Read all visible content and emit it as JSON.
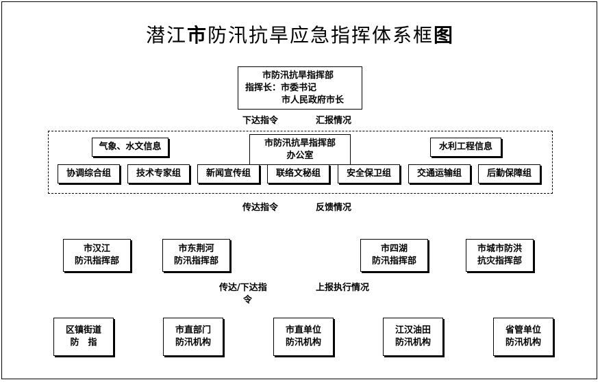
{
  "title_part1": "潜江",
  "title_part2": "市",
  "title_part3": "防汛抗旱应急指挥体系框",
  "title_part4": "图",
  "hq": {
    "line1": "市防汛抗旱指挥部",
    "line2": "指挥长：市委书记",
    "line3": "市人民政府市长"
  },
  "flow1": {
    "left": "下达指令",
    "right": "汇报情况"
  },
  "office": {
    "line1": "市防汛抗旱指挥部",
    "line2": "办公室"
  },
  "info_left": "气象、水文信息",
  "info_right": "水利工程信息",
  "groups": [
    "协调综合组",
    "技术专家组",
    "新闻宣传组",
    "联络文秘组",
    "安全保卫组",
    "交通运输组",
    "后勤保障组"
  ],
  "flow2": {
    "left": "传达指令",
    "right": "反馈情况"
  },
  "sub_hq": [
    {
      "line1": "市汉江",
      "line2": "防汛指挥部"
    },
    {
      "line1": "市东荆河",
      "line2": "防汛指挥部"
    },
    {
      "line1": "市四湖",
      "line2": "防汛指挥部"
    },
    {
      "line1": "市城市防洪",
      "line2": "抗灾指挥部"
    }
  ],
  "flow3": {
    "left_line1": "传达/下达指",
    "left_line2": "令",
    "right": "上报执行情况"
  },
  "units": [
    {
      "line1": "区镇街道",
      "line2": "防　指"
    },
    {
      "line1": "市直部门",
      "line2": "防汛机构"
    },
    {
      "line1": "市直单位",
      "line2": "防汛机构"
    },
    {
      "line1": "江汉油田",
      "line2": "防汛机构"
    },
    {
      "line1": "省管单位",
      "line2": "防汛机构"
    }
  ]
}
